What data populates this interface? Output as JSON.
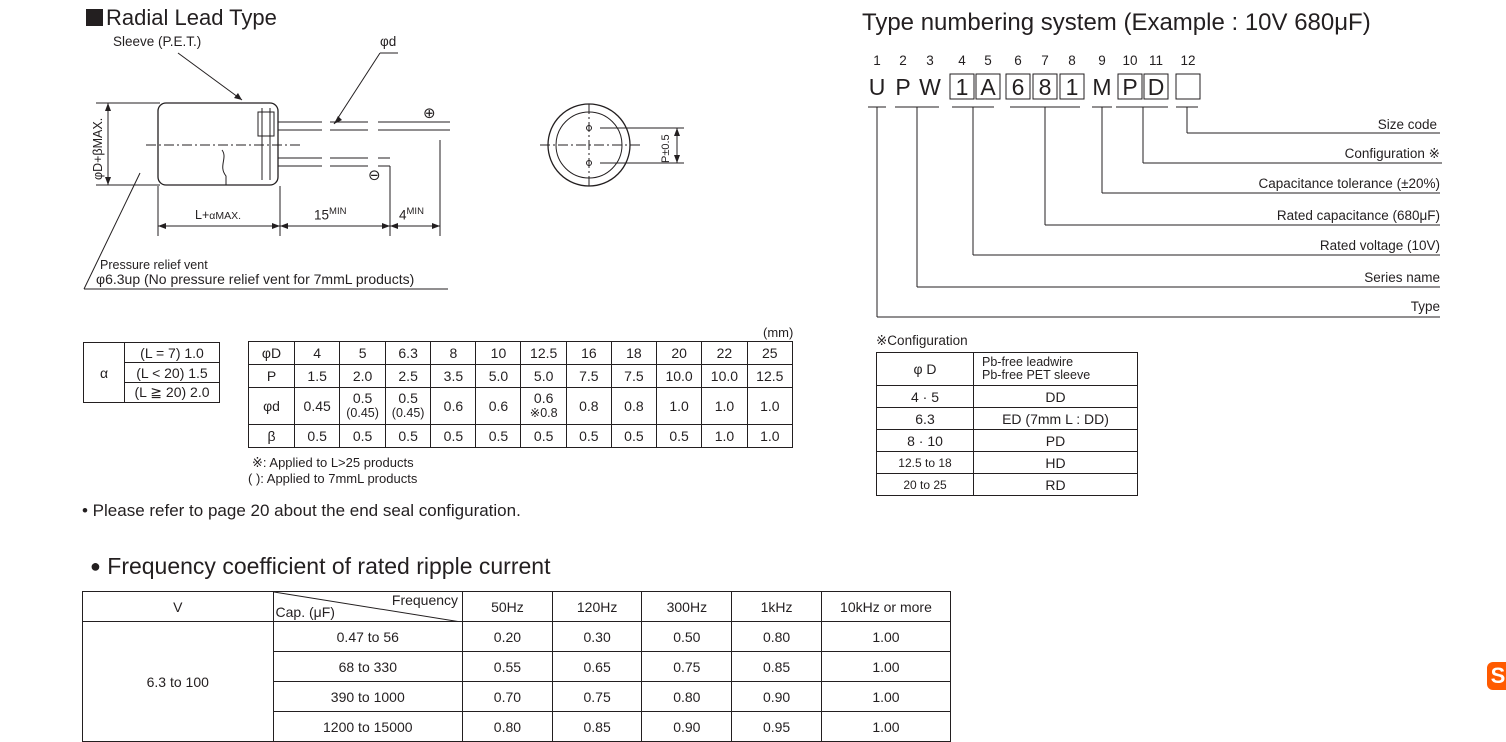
{
  "radial": {
    "title": "Radial Lead Type",
    "sleeve_label": "Sleeve (P.E.T.)",
    "phi_d_label": "φd",
    "plus_sign": "⊕",
    "minus_sign": "⊖",
    "dia_label": "φD+βMAX.",
    "len_label_main": "L+",
    "len_label_tail": "αMAX.",
    "fifteen_main": "15",
    "fifteen_sup": "MIN",
    "four_main": "4",
    "four_sup": "MIN",
    "pitch_label": "P±0.5",
    "vent_line1": "Pressure relief vent",
    "vent_line2": "φ6.3up (No pressure relief vent for 7mmL  products)"
  },
  "alpha_table": {
    "symbol": "α",
    "rows": [
      "(L = 7) 1.0",
      "(L < 20) 1.5",
      "(L ≧ 20) 2.0"
    ]
  },
  "dims_table": {
    "unit": "(mm)",
    "header": [
      "φD",
      "4",
      "5",
      "6.3",
      "8",
      "10",
      "12.5",
      "16",
      "18",
      "20",
      "22",
      "25"
    ],
    "p_row": [
      "P",
      "1.5",
      "2.0",
      "2.5",
      "3.5",
      "5.0",
      "5.0",
      "7.5",
      "7.5",
      "10.0",
      "10.0",
      "12.5"
    ],
    "d_label": "φd",
    "d_row": [
      "0.45",
      "0.5",
      "0.5",
      "0.6",
      "0.6",
      "0.6",
      "0.8",
      "0.8",
      "1.0",
      "1.0",
      "1.0"
    ],
    "d_sub": [
      "",
      "(0.45)",
      "(0.45)",
      "",
      "",
      "※0.8",
      "",
      "",
      "",
      "",
      ""
    ],
    "beta_row": [
      "β",
      "0.5",
      "0.5",
      "0.5",
      "0.5",
      "0.5",
      "0.5",
      "0.5",
      "0.5",
      "0.5",
      "1.0",
      "1.0"
    ],
    "note1": "※: Applied to L>25 products",
    "note2": "( ): Applied to 7mmL products"
  },
  "end_seal_note": "• Please refer to page 20 about the end seal configuration.",
  "numbering": {
    "title": "Type numbering system  (Example : 10V  680μF)",
    "positions": [
      "1",
      "2",
      "3",
      "4",
      "5",
      "6",
      "7",
      "8",
      "9",
      "10",
      "11",
      "12"
    ],
    "chars": [
      "U",
      "P",
      "W",
      "1",
      "A",
      "6",
      "8",
      "1",
      "M",
      "P",
      "D",
      ""
    ],
    "labels": [
      "Size code",
      "Configuration ※",
      "Capacitance tolerance (±20%)",
      "Rated capacitance (680μF)",
      "Rated voltage (10V)",
      "Series name",
      "Type"
    ]
  },
  "config_table": {
    "title": "※Configuration",
    "header_left": "φ D",
    "header_right_1": "Pb-free leadwire",
    "header_right_2": "Pb-free PET sleeve",
    "rows": [
      {
        "d": "4 · 5",
        "code": "DD"
      },
      {
        "d": "6.3",
        "code": "ED (7mm L : DD)"
      },
      {
        "d": "8 · 10",
        "code": "PD"
      },
      {
        "d": "12.5 to 18",
        "code": "HD"
      },
      {
        "d": "20 to 25",
        "code": "RD"
      }
    ]
  },
  "ripple": {
    "title": "Frequency coefficient of rated ripple current",
    "v_header": "V",
    "freq_label": "Frequency",
    "cap_label": "Cap. (μF)",
    "freq_headers": [
      "50Hz",
      "120Hz",
      "300Hz",
      "1kHz",
      "10kHz or more"
    ],
    "voltage": "6.3 to 100",
    "rows": [
      {
        "cap": "0.47 to 56",
        "vals": [
          "0.20",
          "0.30",
          "0.50",
          "0.80",
          "1.00"
        ]
      },
      {
        "cap": "68 to 330",
        "vals": [
          "0.55",
          "0.65",
          "0.75",
          "0.85",
          "1.00"
        ]
      },
      {
        "cap": "390 to 1000",
        "vals": [
          "0.70",
          "0.75",
          "0.80",
          "0.90",
          "1.00"
        ]
      },
      {
        "cap": "1200 to 15000",
        "vals": [
          "0.80",
          "0.85",
          "0.90",
          "0.95",
          "1.00"
        ]
      }
    ]
  },
  "brand_glyph": "S"
}
